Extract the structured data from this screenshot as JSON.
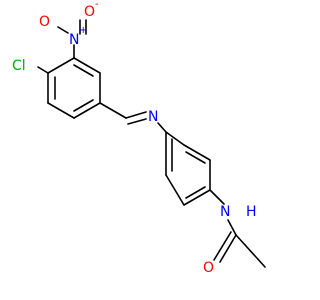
{
  "molecule": {
    "labels": {
      "cl": "Cl",
      "n_nitro": "N",
      "plus_sign": "+",
      "o_nitro_top": "O",
      "minus_sign": "-",
      "o_nitro_left": "O",
      "n_imine": "N",
      "n_amide": "N",
      "h_amide": "H",
      "o_carbonyl": "O"
    },
    "colors": {
      "bond": "#000000",
      "carbon": "#000000",
      "nitrogen": "#0000ff",
      "oxygen": "#ff0000",
      "chlorine": "#00b000"
    }
  }
}
